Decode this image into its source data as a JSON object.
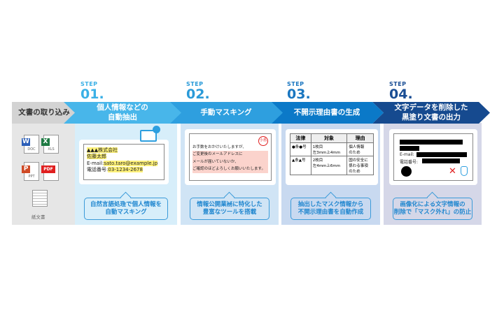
{
  "intake": {
    "title": "文書の取り込み",
    "files": [
      {
        "badge": "W",
        "label": "DOC",
        "color": "#2b5eb8"
      },
      {
        "badge": "X",
        "label": "XLS",
        "color": "#1e7a43"
      },
      {
        "badge": "P",
        "label": "PPT",
        "color": "#cf4a26"
      },
      {
        "badge": "PDF",
        "label": "",
        "color": "#e02020"
      }
    ],
    "paper_label": "紙文書"
  },
  "steps": [
    {
      "step": "STEP",
      "num": "01.",
      "title": "個人情報などの\n自動抽出",
      "bubble": "自然言語処理で個人情報を\n自動マスキング",
      "card": {
        "company": "▲▲▲株式会社",
        "name": "佐藤太郎",
        "email_label": "E-mail:",
        "email": "sato.taro@example.jp",
        "tel_label": "電話番号:",
        "tel": "03-1234-2678"
      },
      "colors": {
        "label": "#3ab0e6",
        "head": "#48b6ea",
        "body": "#d7eefa"
      }
    },
    {
      "step": "STEP",
      "num": "02.",
      "title": "手動マスキング",
      "bubble": "情報公開業務に特化した\n豊富なツールを搭載",
      "card": {
        "stamp": "小島",
        "line1": "お手数をおかけいたしますが、",
        "line2": "ご変更後のメールアドレスに",
        "line3": "メールが届いていないか、",
        "line4": "ご確認のほどよろしくお願いいたします。"
      },
      "colors": {
        "label": "#2a9ad8",
        "head": "#2e9fdf",
        "body": "#d0e4f5"
      }
    },
    {
      "step": "STEP",
      "num": "03.",
      "title": "不開示理由書の生成",
      "bubble": "抽出したマスク情報から\n不開示理由書を自動作成",
      "table": {
        "headers": [
          "法律",
          "対象",
          "理由"
        ],
        "rows": [
          [
            "●条●号",
            "1枚目\n左3mm上4mm",
            "個人情報\nのため"
          ],
          [
            "▲条▲号",
            "2枚目\n左4mm上6mm",
            "国の安全に\n係わる事項\nのため"
          ]
        ]
      },
      "colors": {
        "label": "#1a76c0",
        "head": "#0b79c8",
        "body": "#c8d9f0"
      }
    },
    {
      "step": "STEP",
      "num": "04.",
      "title": "文字データを削除した\n黒塗り文書の出力",
      "bubble": "画像化による文字情報の\n削除で「マスク外れ」の防止",
      "card": {
        "email_label": "E-mail:",
        "tel_label": "電話番号:",
        "x_mark": "✕"
      },
      "colors": {
        "label": "#1a4e94",
        "head": "#164a8f",
        "body": "#d5d7e8"
      }
    }
  ]
}
